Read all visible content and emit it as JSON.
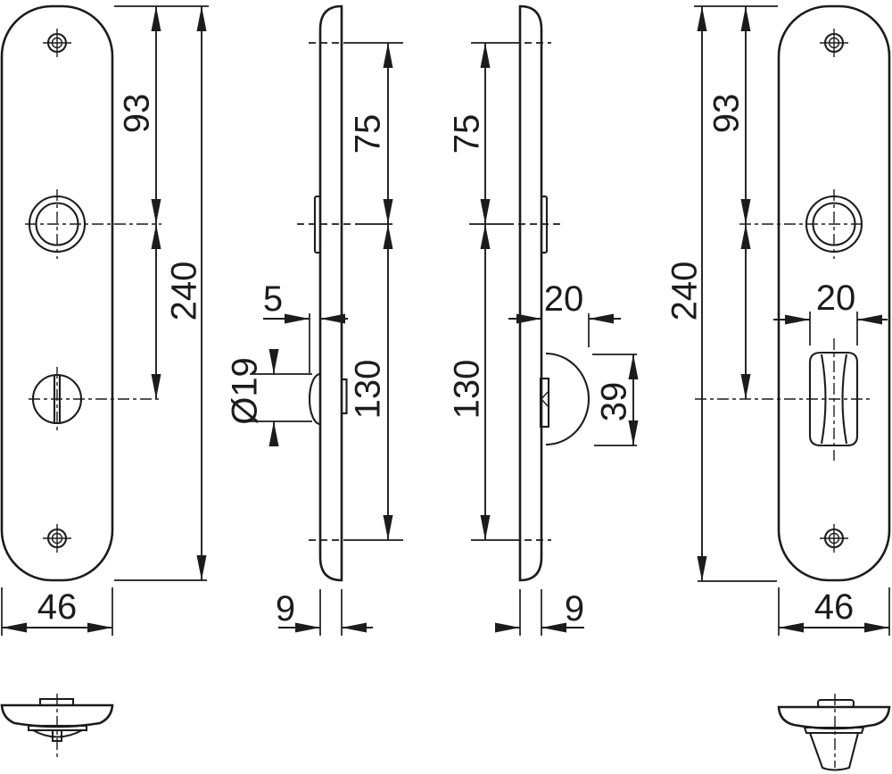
{
  "colors": {
    "line": "#1c1c1c",
    "background": "#ffffff"
  },
  "labels": {
    "front_left": {
      "hole_spacing": "93",
      "height": "240",
      "width": "46"
    },
    "profile_left": {
      "upper": "75",
      "lower": "130",
      "knob_offset": "5",
      "knob_diameter": "Ø19",
      "thickness": "9"
    },
    "profile_right": {
      "upper": "75",
      "lower": "130",
      "turn_projection": "20",
      "turn_length": "39",
      "thickness": "9"
    },
    "front_right": {
      "hole_spacing": "93",
      "height": "240",
      "turn_width": "20",
      "width": "46"
    }
  }
}
